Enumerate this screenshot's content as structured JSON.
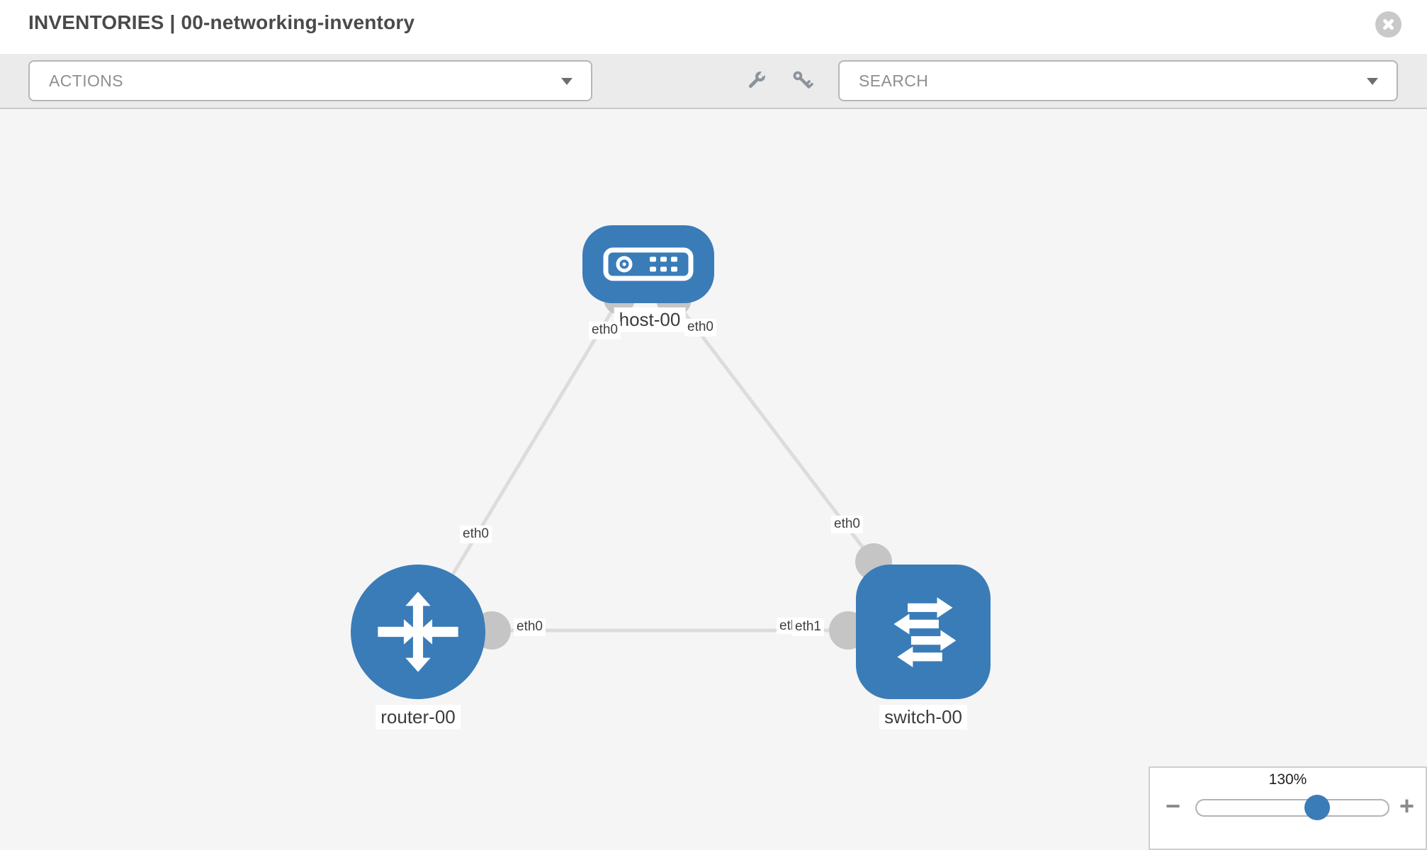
{
  "header": {
    "title": "INVENTORIES | 00-networking-inventory",
    "close_icon": "circle-x-icon"
  },
  "toolbar": {
    "actions_label": "ACTIONS",
    "search_label": "SEARCH",
    "icons": [
      "wrench-icon",
      "key-icon"
    ]
  },
  "canvas": {
    "nodes": [
      {
        "name": "host-00",
        "label": "host-00",
        "type": "host",
        "icon": "server-icon"
      },
      {
        "name": "router-00",
        "label": "router-00",
        "type": "router",
        "icon": "router-arrows-icon"
      },
      {
        "name": "switch-00",
        "label": "switch-00",
        "type": "switch",
        "icon": "switch-arrows-icon"
      }
    ],
    "edges": [
      {
        "from": "host-00",
        "from_if": "eth0",
        "to": "router-00",
        "to_if": "eth0"
      },
      {
        "from": "host-00",
        "from_if": "eth0",
        "to": "switch-00",
        "to_if": "eth0"
      },
      {
        "from": "router-00",
        "from_if": "eth0",
        "to": "switch-00",
        "to_if": "eth1"
      }
    ],
    "overlapped_label": "eth0"
  },
  "zoom_panel": {
    "level": "130%",
    "minus": "−",
    "plus": "+"
  },
  "colors": {
    "node_blue": "#3a7cb8",
    "port_gray": "#c5c5c5",
    "edge_gray": "#dcdcdc",
    "canvas_bg": "#f5f5f5",
    "toolbar_bg": "#ebebeb"
  }
}
